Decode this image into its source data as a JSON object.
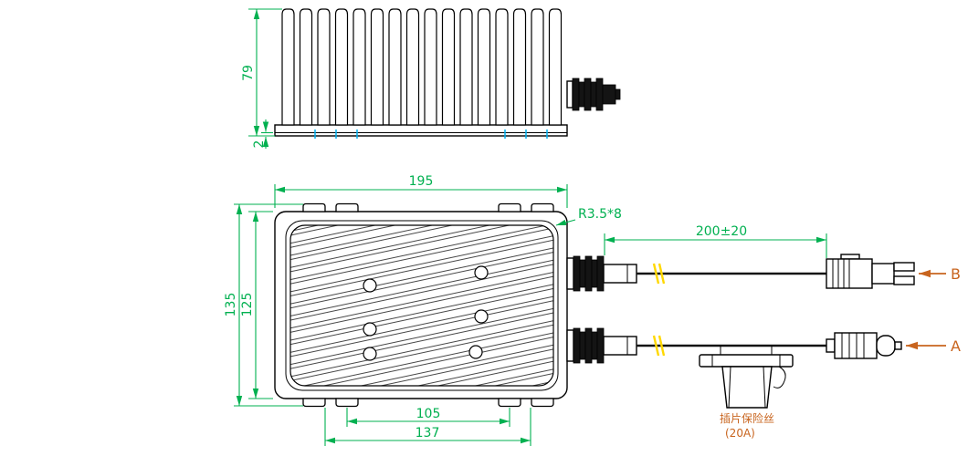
{
  "drawing": {
    "kind": "engineering-dimension-drawing",
    "views": [
      "side-elevation",
      "plan-view",
      "cable-assembly"
    ]
  },
  "colors": {
    "dimension_green": "#00b050",
    "outline_black": "#000000",
    "callout_orange": "#c8641e",
    "cable_break_yellow": "#ffd800",
    "snap_tick_cyan": "#00b0f0"
  },
  "side_view": {
    "height": "79",
    "base_lip": "2"
  },
  "plan_view": {
    "overall_width": "195",
    "overall_height": "135",
    "body_height": "125",
    "corner_radius_note": "R3.5*8",
    "mount_pitch_inner": "105",
    "mount_pitch_outer": "137"
  },
  "cables": {
    "length": "200±20",
    "output_label": "B",
    "input_label": "A"
  },
  "fuse": {
    "label": "插片保险丝",
    "rating": "(20A)"
  }
}
